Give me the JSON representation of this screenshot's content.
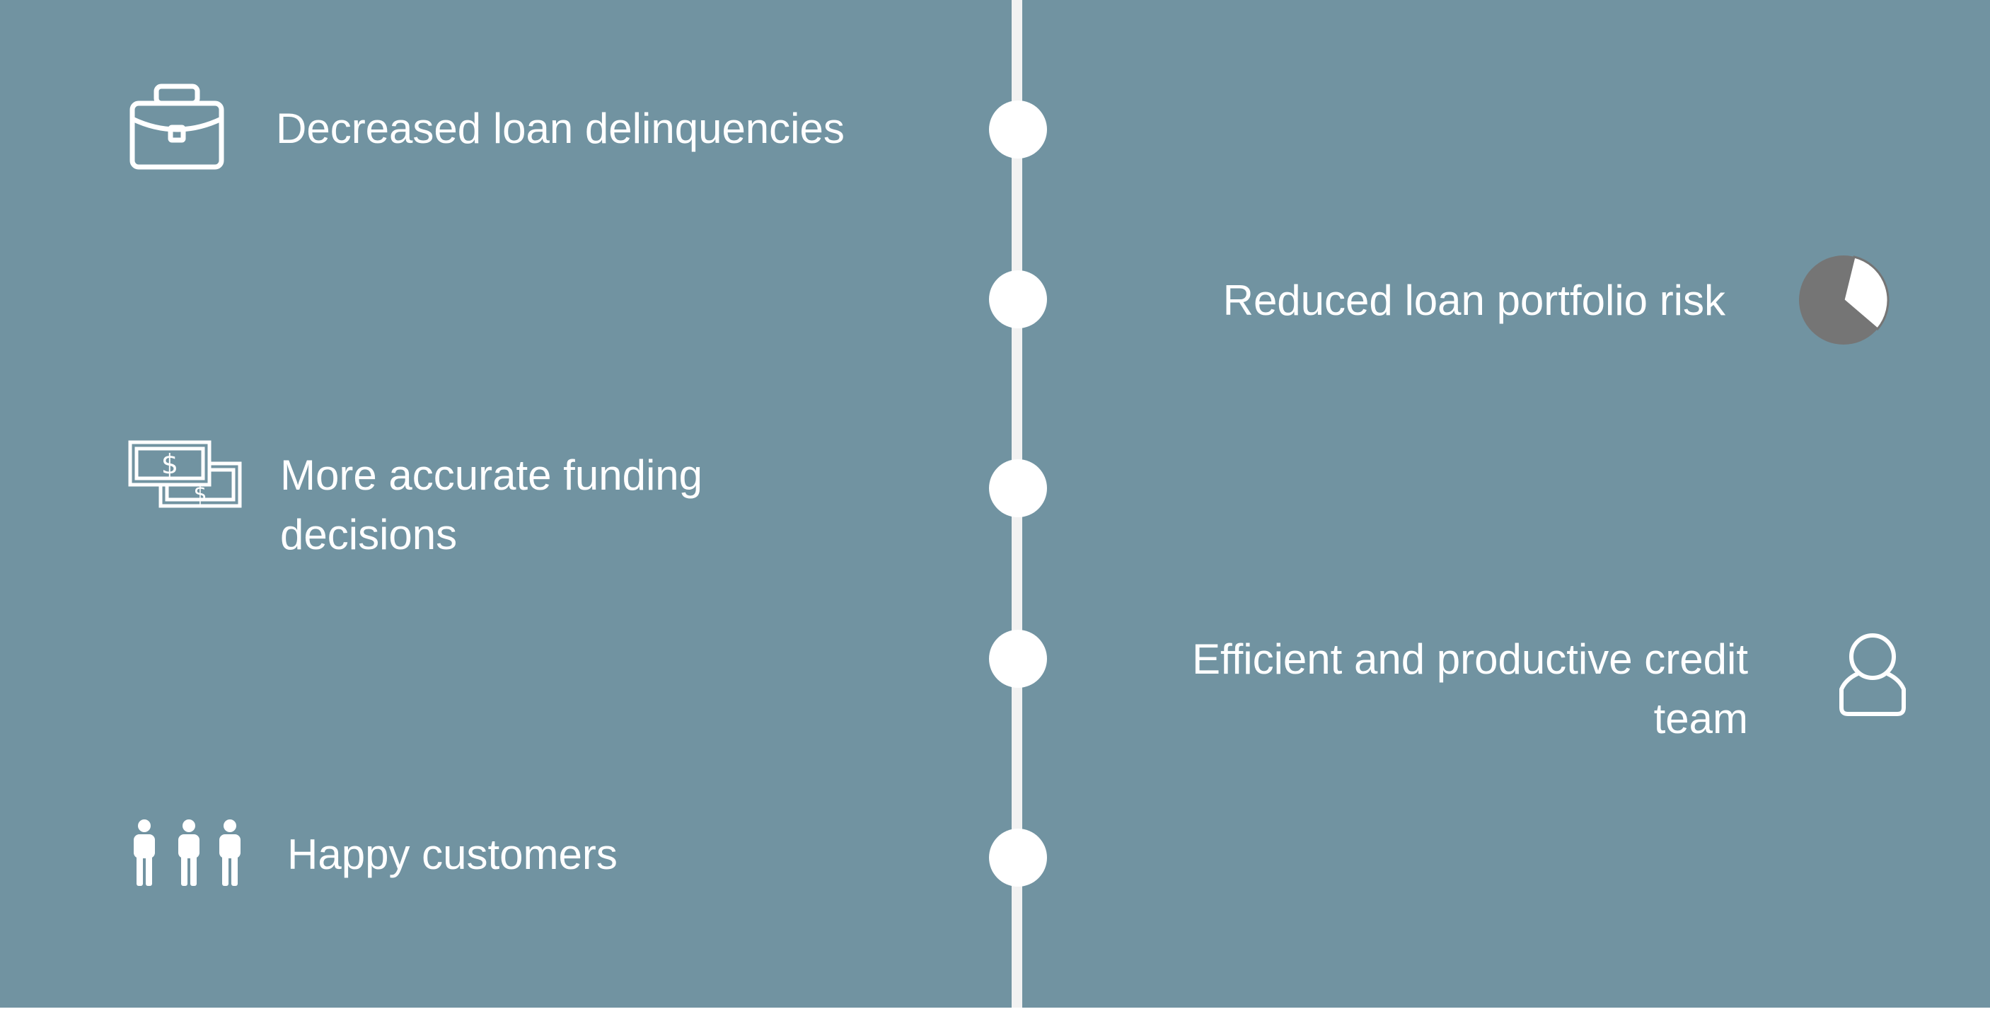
{
  "colors": {
    "background": "#7193a1",
    "foreground": "#ffffff",
    "spine": "#f2f2f2",
    "pie_slice": "#757575"
  },
  "timeline": {
    "items": [
      {
        "side": "left",
        "icon": "briefcase-icon",
        "lines": [
          "Decreased loan delinquencies"
        ]
      },
      {
        "side": "right",
        "icon": "pie-chart-icon",
        "lines": [
          "Reduced loan portfolio risk"
        ]
      },
      {
        "side": "left",
        "icon": "money-bills-icon",
        "lines": [
          "More accurate funding",
          "decisions"
        ]
      },
      {
        "side": "right",
        "icon": "user-icon",
        "lines": [
          "Efficient and productive credit",
          "team"
        ]
      },
      {
        "side": "left",
        "icon": "people-icon",
        "lines": [
          "Happy customers"
        ]
      }
    ]
  }
}
